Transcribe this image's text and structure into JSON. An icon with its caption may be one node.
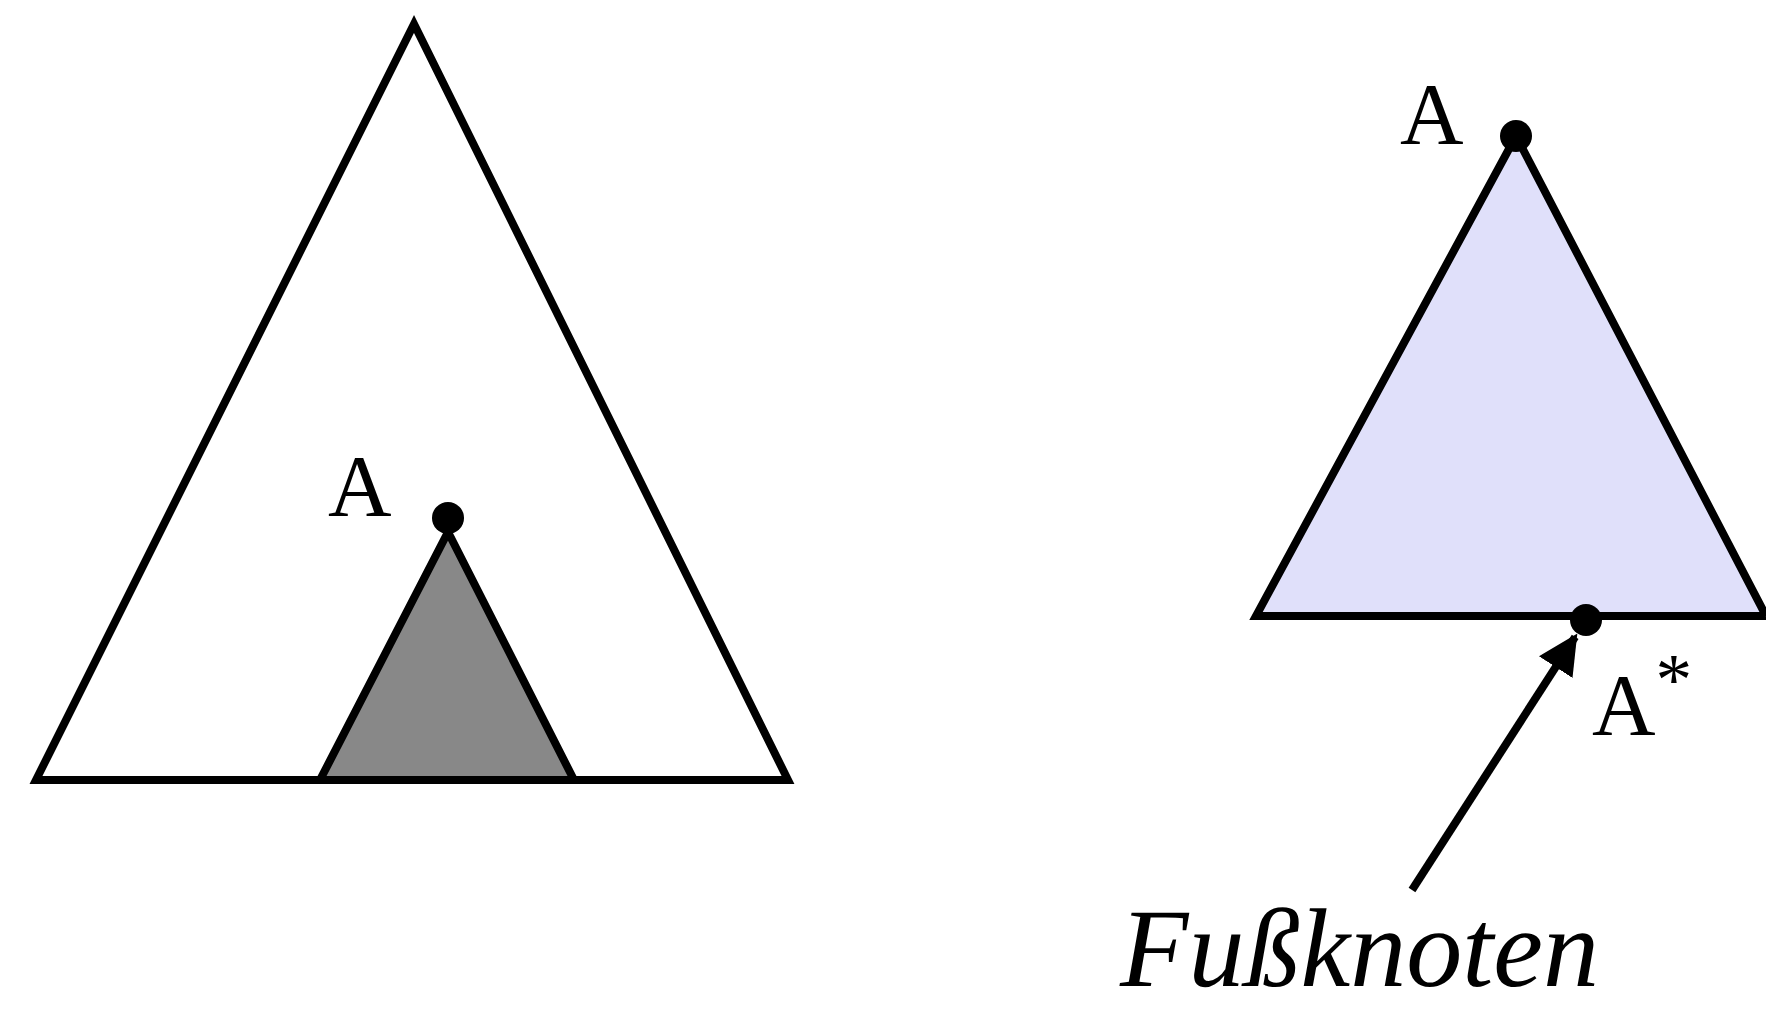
{
  "diagram": {
    "nodes": [
      {
        "text": [
          "Fußknoten"
        ]
      },
      {
        "text": [],
        "shape": "circle"
      }
    ],
    "edges": [
      {
        "from": 0,
        "to": 1,
        "arrow": "to"
      }
    ],
    "labels": [
      "A",
      "A",
      "A$^{*}$"
    ]
  }
}
